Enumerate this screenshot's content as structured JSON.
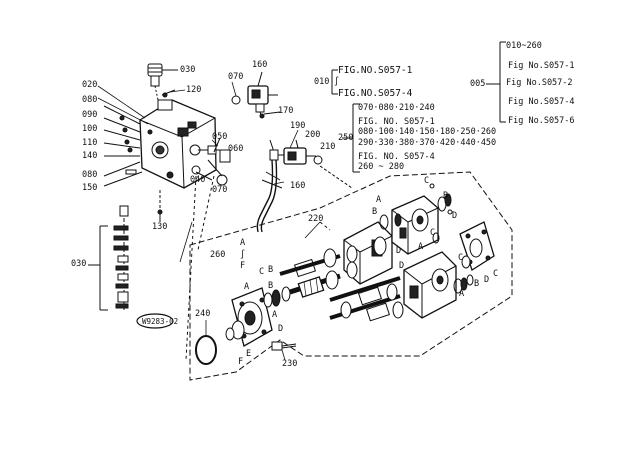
{
  "callouts": {
    "p020": "020",
    "p080a": "080",
    "p090": "090",
    "p100": "100",
    "p110": "110",
    "p140": "140",
    "p080b": "080",
    "p150": "150",
    "p030a": "030",
    "p120": "120",
    "p070a": "070",
    "p160a": "160",
    "p050": "050",
    "p060": "060",
    "p070b": "070",
    "p040": "040",
    "p170": "170",
    "p190": "190",
    "p200": "200",
    "p210": "210",
    "p160b": "160",
    "p130": "130",
    "p030b": "030",
    "p220": "220",
    "p260": "260",
    "p240": "240",
    "p230": "230",
    "p250": "250",
    "p010": "010",
    "p005": "005",
    "diagram_code": "W9283-02"
  },
  "notes_010": {
    "fig1": "FIG.NO.S057-1",
    "tilde": "∫",
    "fig2": "FIG.NO.S057-4"
  },
  "notes_250": {
    "line1": "070·080·210·240",
    "line2": "FIG. NO. S057-1",
    "line3": "080·100·140·150·180·250·260",
    "line4": "290·330·380·370·420·440·450",
    "line5": "FIG. NO. S057-4",
    "line6": "260 ~ 280"
  },
  "notes_005": {
    "line1": "010~260",
    "line2": "Fig No.S057-1",
    "line3": "Fig No.S057-2",
    "line4": "Fig No.S057-4",
    "line5": "Fig No.S057-6"
  },
  "letters_260": {
    "a": "A",
    "tilde": "∫",
    "f": "F"
  },
  "part_letters": {
    "A1": "A",
    "B1": "B",
    "C1": "C",
    "D1": "D",
    "B2": "B",
    "A2": "A",
    "D2": "D",
    "C2": "C",
    "A3": "A",
    "B3": "B",
    "C3": "C",
    "D3": "D",
    "C4": "C",
    "A4": "A",
    "B4": "B",
    "C5": "C",
    "B5": "B",
    "A5": "A",
    "D4": "D",
    "D5": "D",
    "E1": "E",
    "F1": "F"
  }
}
